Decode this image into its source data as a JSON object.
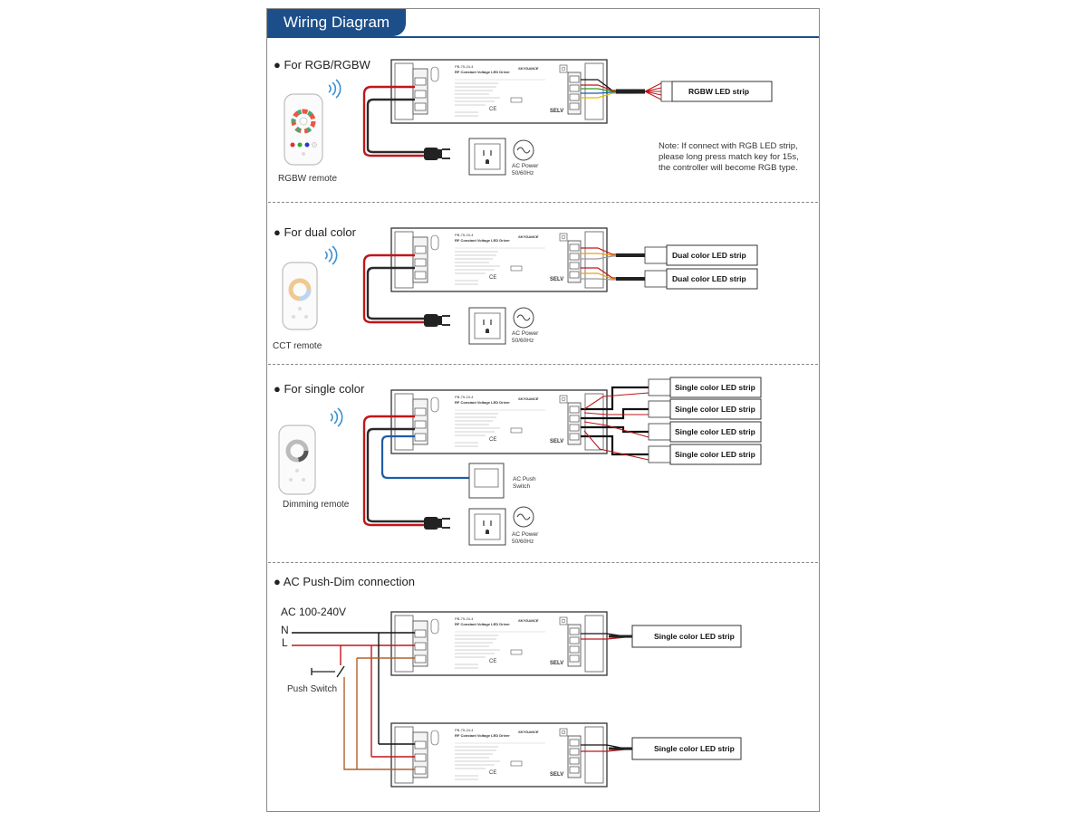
{
  "header": {
    "title": "Wiring Diagram"
  },
  "sections": {
    "rgb": {
      "label": "● For RGB/RGBW",
      "remote": "RGBW remote",
      "strip": "RGBW LED strip",
      "ac_power": [
        "AC Power",
        "50/60Hz"
      ],
      "note": [
        "Note: If connect with RGB LED strip,",
        "please long press match key for 15s,",
        "the controller will become RGB type."
      ]
    },
    "dual": {
      "label": "● For dual color",
      "remote": "CCT remote",
      "strip": "Dual color LED strip",
      "ac_power": [
        "AC Power",
        "50/60Hz"
      ]
    },
    "single": {
      "label": "● For single color",
      "remote": "Dimming remote",
      "strip": "Single color LED strip",
      "ac_power": [
        "AC Power",
        "50/60Hz"
      ],
      "ac_push": [
        "AC Push",
        "Switch"
      ]
    },
    "push_dim": {
      "label": "● AC Push-Dim connection",
      "ac_range": "AC 100-240V",
      "n": "N",
      "l": "L",
      "push_switch": "Push Switch",
      "strip": "Single color LED strip"
    }
  },
  "driver": {
    "model": "PB-75-24-4",
    "subtitle": "RF Constant Voltage LED Driver",
    "brand": "SKYDANCE",
    "selv": "SELV"
  },
  "colors": {
    "header_blue": "#1c4f8a",
    "wire_red": "#c0161b",
    "wire_blue": "#1f5ca8",
    "wire_black": "#111111",
    "wire_brown": "#b0622a"
  }
}
